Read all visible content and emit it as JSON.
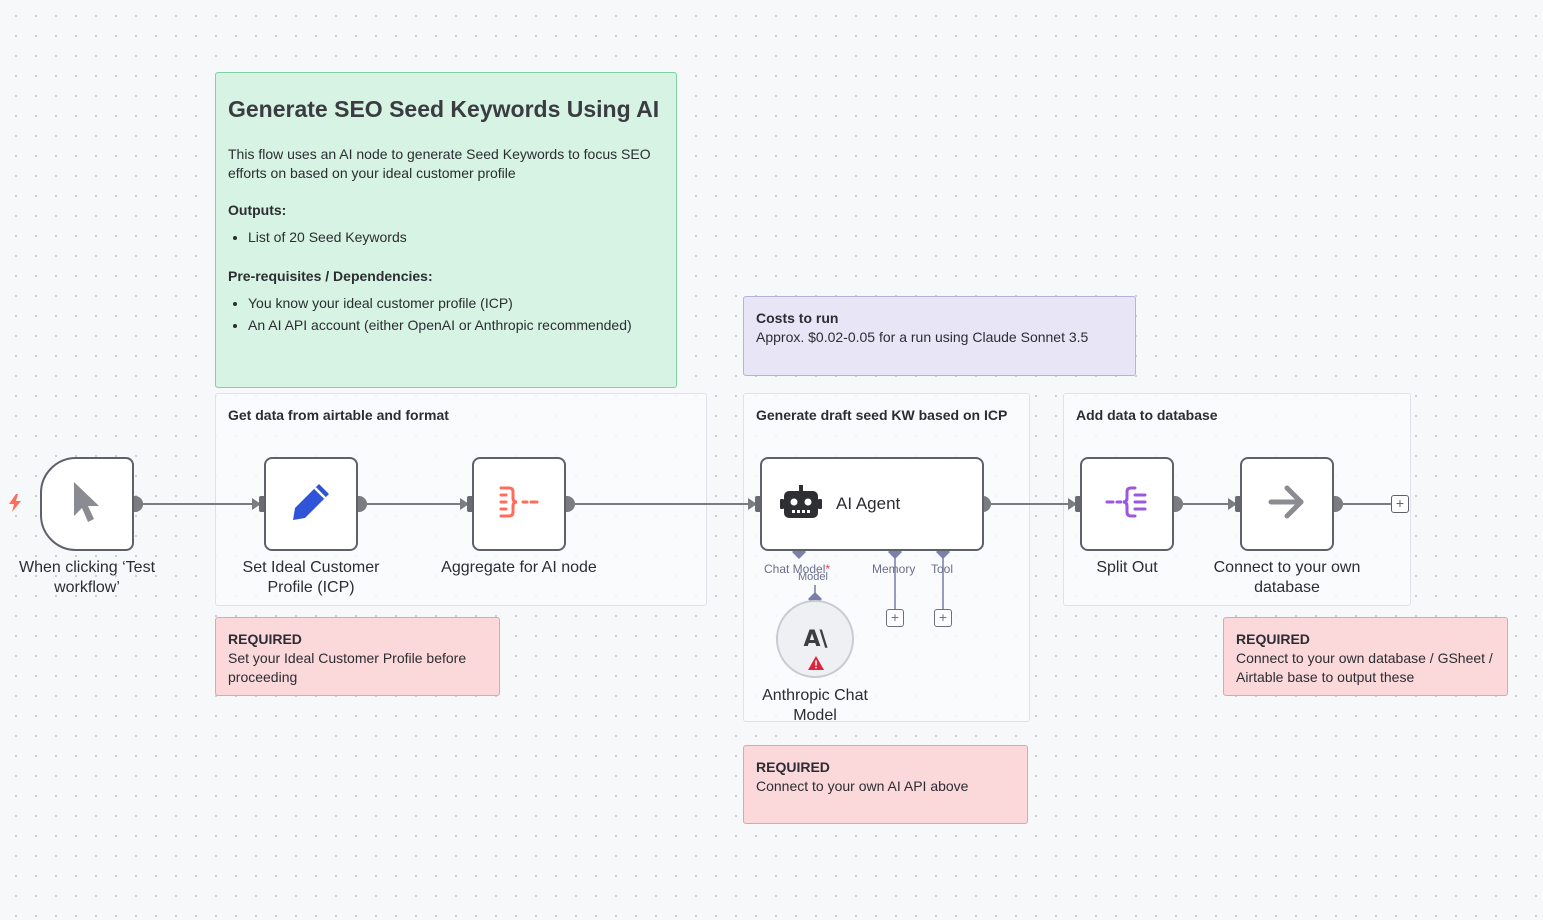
{
  "notes": {
    "intro": {
      "heading": "Generate SEO Seed Keywords Using AI",
      "description": "This flow uses an AI node to generate Seed Keywords to focus SEO efforts on based on your ideal customer profile",
      "outputs_heading": "Outputs:",
      "outputs": [
        "List of 20 Seed Keywords"
      ],
      "prereq_heading": "Pre-requisites / Dependencies:",
      "prereqs": [
        "You know your ideal customer profile (ICP)",
        "An AI API account (either OpenAI or Anthropic recommended)"
      ]
    },
    "costs": {
      "title": "Costs to run",
      "text": "Approx. $0.02-0.05 for a run using Claude Sonnet 3.5"
    },
    "group_airtable": {
      "title": "Get data from airtable and format"
    },
    "group_draft": {
      "title": "Generate draft seed KW based on ICP"
    },
    "group_database": {
      "title": "Add data to database"
    },
    "required_icp": {
      "title": "REQUIRED",
      "text": "Set your Ideal Customer Profile before proceeding"
    },
    "required_ai": {
      "title": "REQUIRED",
      "text": "Connect to your own AI API above"
    },
    "required_db": {
      "title": "REQUIRED",
      "text": "Connect to your own database / GSheet / Airtable base to output these"
    }
  },
  "nodes": {
    "trigger": {
      "label": "When clicking ‘Test workflow’",
      "icon": "cursor-icon"
    },
    "set_icp": {
      "label": "Set Ideal Customer Profile (ICP)",
      "icon": "pencil-icon"
    },
    "aggregate": {
      "label": "Aggregate for AI node",
      "icon": "aggregate-icon"
    },
    "ai_agent": {
      "label": "AI Agent",
      "icon": "robot-icon",
      "ports": {
        "chat_model": "Chat Model",
        "chat_model_required": "*",
        "memory": "Memory",
        "tool": "Tool"
      }
    },
    "anthropic": {
      "label": "Anthropic Chat Model",
      "icon": "anthropic-icon",
      "logo_text": "A\\",
      "port_label": "Model"
    },
    "split_out": {
      "label": "Split Out",
      "icon": "split-icon"
    },
    "connect_db": {
      "label": "Connect to your own database",
      "icon": "arrow-right-icon"
    }
  },
  "colors": {
    "sticky_green": "#d7f3e3",
    "sticky_purple": "#e8e5f6",
    "sticky_red": "#fbd8da",
    "trigger_bolt": "#ff6d5a",
    "pencil": "#2f54d8",
    "aggregate": "#ff6d5a",
    "split": "#9b57e0",
    "warning": "#e0243c",
    "port": "#7a80a8"
  }
}
